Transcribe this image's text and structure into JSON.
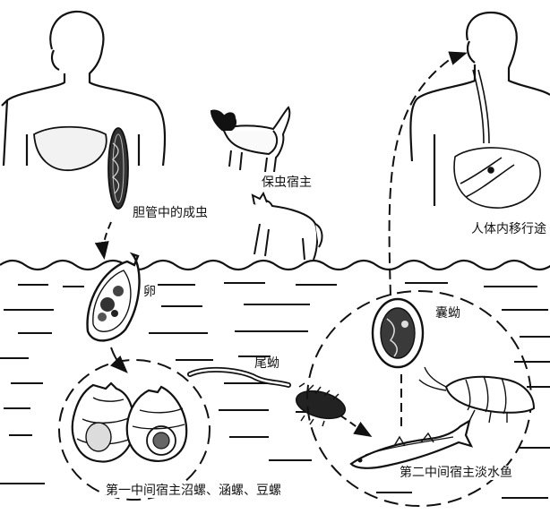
{
  "labels": {
    "adult_in_bile_duct": "胆管中的成虫",
    "reservoir_host": "保虫宿主",
    "migration_in_body": "人体内移行途",
    "egg": "卵",
    "cercaria": "尾蚴",
    "metacercaria": "囊蚴",
    "first_intermediate_host": "第一中间宿主沼螺、涵螺、豆螺",
    "second_intermediate_host": "第二中间宿主淡水鱼"
  },
  "colors": {
    "ink": "#111111",
    "background": "#ffffff"
  }
}
